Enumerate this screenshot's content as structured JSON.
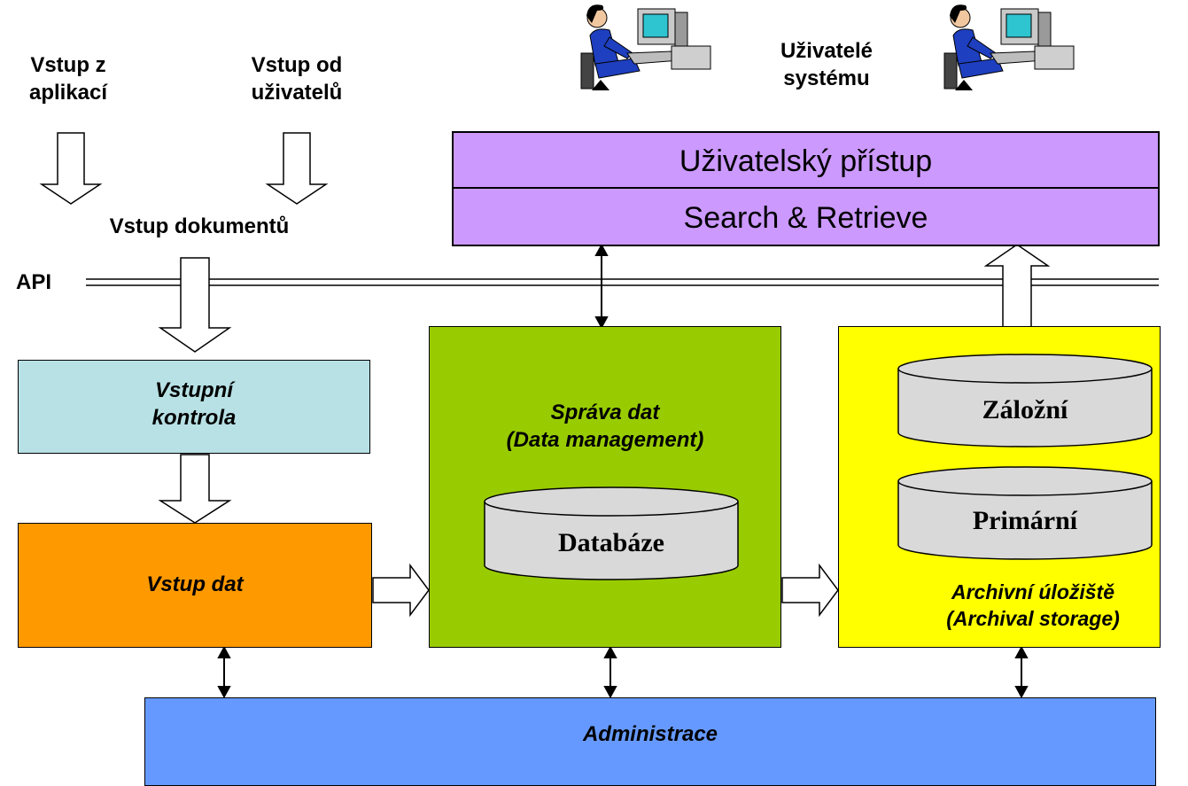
{
  "inputs": {
    "from_apps": [
      "Vstup z",
      "aplikací"
    ],
    "from_users": [
      "Vstup od",
      "uživatelů"
    ],
    "documents": "Vstup dokumentů",
    "api": "API"
  },
  "users": {
    "label": [
      "Uživatelé",
      "systému"
    ],
    "icons": [
      "user-at-computer-icon",
      "user-at-computer-icon"
    ]
  },
  "access": {
    "user_access": "Uživatelský přístup",
    "search": "Search & Retrieve",
    "color": "#cc99ff"
  },
  "input_check": {
    "lines": [
      "Vstupní",
      "kontrola"
    ],
    "color": "#b7e1e5"
  },
  "data_entry": {
    "label": "Vstup dat",
    "color": "#ff9900"
  },
  "data_management": {
    "lines": [
      "Správa dat",
      "(Data management)"
    ],
    "database": "Databáze",
    "color": "#99cc00"
  },
  "archive": {
    "backup": "Záložní",
    "primary": "Primární",
    "lines": [
      "Archivní úložiště",
      "(Archival storage)"
    ],
    "color": "#ffff00"
  },
  "admin": {
    "label": "Administrace",
    "color": "#6699ff"
  },
  "cylinder_color": "#d9d9d9"
}
